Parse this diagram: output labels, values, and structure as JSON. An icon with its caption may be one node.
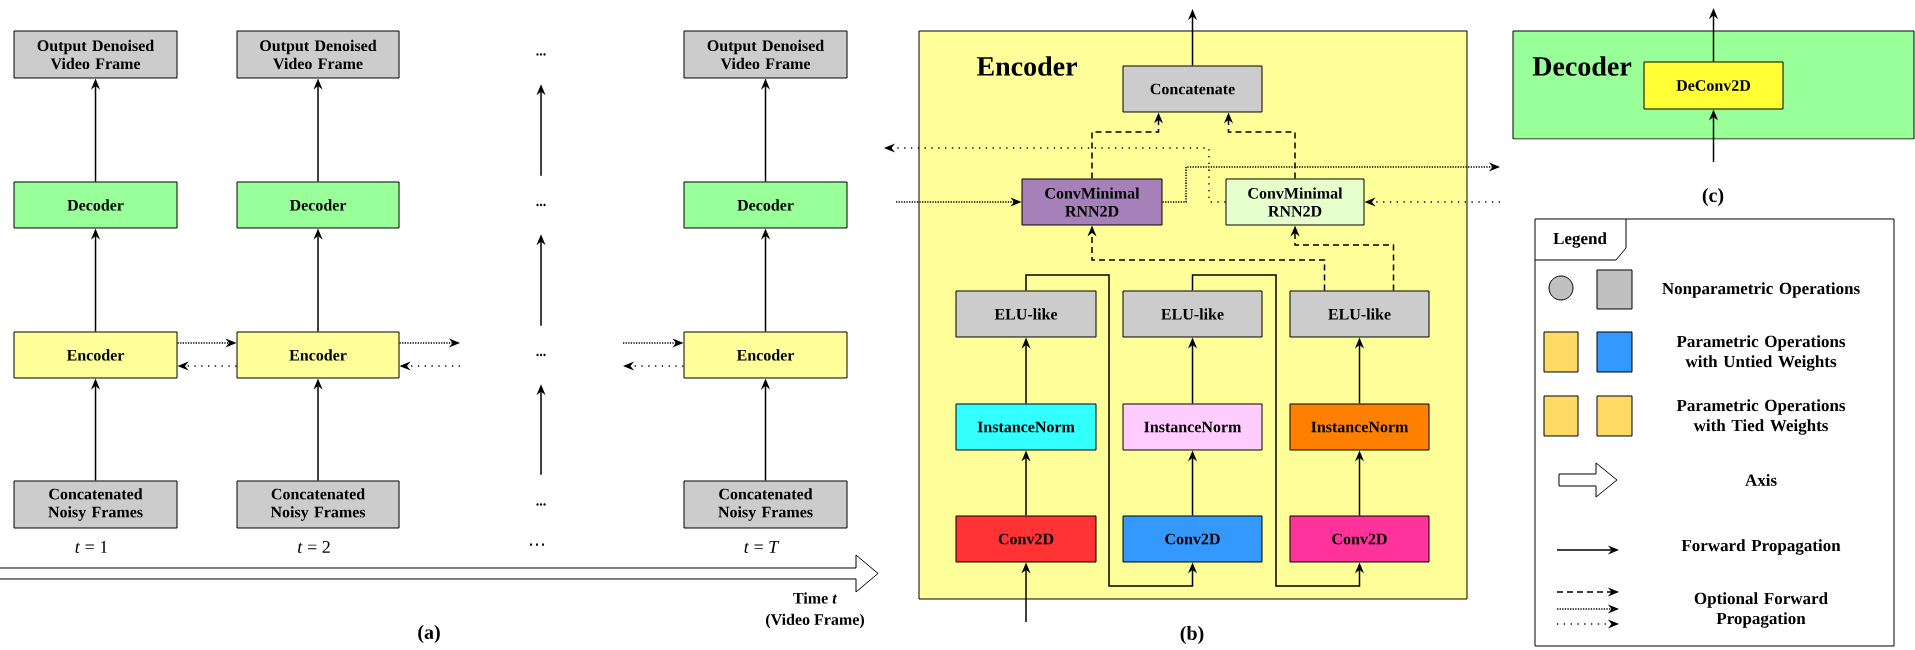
{
  "diagram": {
    "nodes": [
      {
        "text": [
          "Output Denoised Video Frame"
        ]
      },
      {
        "text": [
          "Output Denoised Video Frame"
        ]
      },
      {
        "text": [
          "..."
        ]
      },
      {
        "text": [
          "Output Denoised Video Frame"
        ]
      },
      {
        "text": [
          "Decoder"
        ]
      },
      {
        "text": [
          "Decoder"
        ]
      },
      {
        "text": [
          "..."
        ]
      },
      {
        "text": [
          "Decoder"
        ]
      },
      {
        "text": [
          "Encoder"
        ]
      },
      {
        "text": [
          "Encoder"
        ]
      },
      {
        "text": [
          "..."
        ]
      },
      {
        "text": [
          "Encoder"
        ]
      },
      {
        "text": [
          "Concatenated Noisy Frames"
        ],
        "beside": [
          "*t* = 1"
        ]
      },
      {
        "text": [
          "Concatenated Noisy Frames"
        ],
        "beside": [
          "*t* = 2"
        ]
      },
      {
        "text": [
          "..."
        ],
        "beside": [
          "⋯"
        ]
      },
      {
        "text": [
          "Concatenated Noisy Frames"
        ],
        "beside": [
          "*t* = *T*"
        ]
      },
      {
        "text": [
          "Encoder"
        ]
      },
      {
        "text": [
          "Concatenate"
        ],
        "in": 16
      },
      {
        "text": [
          "ConvMinimal RNN2D"
        ],
        "in": 16
      },
      {
        "text": [
          "ConvMinimal RNN2D"
        ],
        "in": 16
      },
      {
        "text": [
          "ELU-like"
        ],
        "in": 16
      },
      {
        "text": [
          "ELU-like"
        ],
        "in": 16
      },
      {
        "text": [
          "ELU-like"
        ],
        "in": 16
      },
      {
        "text": [
          "InstanceNorm"
        ],
        "in": 16
      },
      {
        "text": [
          "InstanceNorm"
        ],
        "in": 16
      },
      {
        "text": [
          "InstanceNorm"
        ],
        "in": 16
      },
      {
        "text": [
          "Conv2D"
        ],
        "in": 16
      },
      {
        "text": [
          "Conv2D"
        ],
        "in": 16
      },
      {
        "text": [
          "Conv2D"
        ],
        "in": 16
      },
      {
        "text": [
          "Decoder"
        ]
      },
      {
        "text": [
          "DeConv2D"
        ],
        "in": 29
      }
    ],
    "edges": [
      {
        "from": 12,
        "to": 8,
        "arrow": "to"
      },
      {
        "from": 8,
        "to": 4,
        "arrow": "to"
      },
      {
        "from": 4,
        "to": 0,
        "arrow": "to"
      },
      {
        "from": 13,
        "to": 9,
        "arrow": "to"
      },
      {
        "from": 9,
        "to": 5,
        "arrow": "to"
      },
      {
        "from": 5,
        "to": 1,
        "arrow": "to"
      },
      {
        "from": 14,
        "to": 10,
        "arrow": "to"
      },
      {
        "from": 10,
        "to": 6,
        "arrow": "to"
      },
      {
        "from": 6,
        "to": 2,
        "arrow": "to"
      },
      {
        "from": 15,
        "to": 11,
        "arrow": "to"
      },
      {
        "from": 11,
        "to": 7,
        "arrow": "to"
      },
      {
        "from": 7,
        "to": 3,
        "arrow": "to"
      },
      {
        "from": 8,
        "to": 9,
        "arrow": "to",
        "style": "dashed"
      },
      {
        "from": 9,
        "to": 8,
        "arrow": "to",
        "style": "dashed"
      },
      {
        "from": 9,
        "to": null,
        "arrow": "to",
        "style": "dashed"
      },
      {
        "from": null,
        "to": 9,
        "arrow": "to",
        "style": "dashed"
      },
      {
        "from": null,
        "to": 11,
        "arrow": "to",
        "style": "dashed"
      },
      {
        "from": 11,
        "to": null,
        "arrow": "to",
        "style": "dashed"
      },
      {
        "from": null,
        "to": 26,
        "arrow": "to"
      },
      {
        "from": 26,
        "to": 23,
        "arrow": "to"
      },
      {
        "from": 23,
        "to": 20,
        "arrow": "to"
      },
      {
        "from": 27,
        "to": 24,
        "arrow": "to"
      },
      {
        "from": 24,
        "to": 21,
        "arrow": "to"
      },
      {
        "from": 28,
        "to": 25,
        "arrow": "to"
      },
      {
        "from": 25,
        "to": 22,
        "arrow": "to"
      },
      {
        "from": 20,
        "to": 27,
        "arrow": "to"
      },
      {
        "from": 21,
        "to": 28,
        "arrow": "to"
      },
      {
        "from": 22,
        "to": 18,
        "arrow": "to",
        "style": "dashed"
      },
      {
        "from": 22,
        "to": 19,
        "arrow": "to",
        "style": "dashed"
      },
      {
        "from": 18,
        "to": 17,
        "arrow": "to",
        "style": "dashed"
      },
      {
        "from": 19,
        "to": 17,
        "arrow": "to",
        "style": "dashed"
      },
      {
        "from": 17,
        "to": null,
        "arrow": "to"
      },
      {
        "from": null,
        "to": 18,
        "arrow": "to",
        "style": "dashed"
      },
      {
        "from": 18,
        "to": null,
        "arrow": "to",
        "style": "dashed"
      },
      {
        "from": null,
        "to": 19,
        "arrow": "to",
        "style": "dashed"
      },
      {
        "from": 19,
        "to": null,
        "arrow": "to",
        "style": "dashed"
      },
      {
        "from": null,
        "to": 30,
        "arrow": "to"
      },
      {
        "from": 30,
        "to": null,
        "arrow": "to"
      }
    ],
    "labels": [
      "Time *t*",
      "(Video Frame)",
      "(a)",
      "(b)",
      "(c)",
      "Legend"
    ],
    "legend": [
      {
        "text": "Nonparametric Operations",
        "color": "#c0c0c0"
      },
      {
        "text": "Parametric Operations with Untied Weights"
      },
      {
        "text": "Parametric Operations with Tied Weights",
        "color": "#ffd966"
      },
      {
        "text": "Axis"
      },
      {
        "text": "Forward Propagation"
      },
      {
        "text": "Optional Forward Propagation"
      }
    ]
  }
}
